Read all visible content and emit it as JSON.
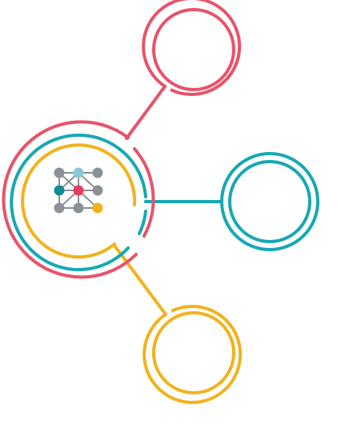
{
  "colors": {
    "red": "#E8536A",
    "teal": "#17A8B3",
    "yellow": "#F2B21C",
    "gray": "#8C9196",
    "light_blue": "#86CAD6",
    "dark_teal": "#0E8C99",
    "node_red": "#E33D5F",
    "node_yellow": "#F2B21C",
    "background": "#FFFFFF"
  },
  "hub": {
    "icon": "network-graph-icon",
    "rings": [
      "red",
      "teal",
      "yellow"
    ]
  },
  "branches": [
    {
      "name": "top",
      "color": "red",
      "icon": ""
    },
    {
      "name": "right",
      "color": "teal",
      "icon": ""
    },
    {
      "name": "bottom",
      "color": "yellow",
      "icon": ""
    }
  ]
}
